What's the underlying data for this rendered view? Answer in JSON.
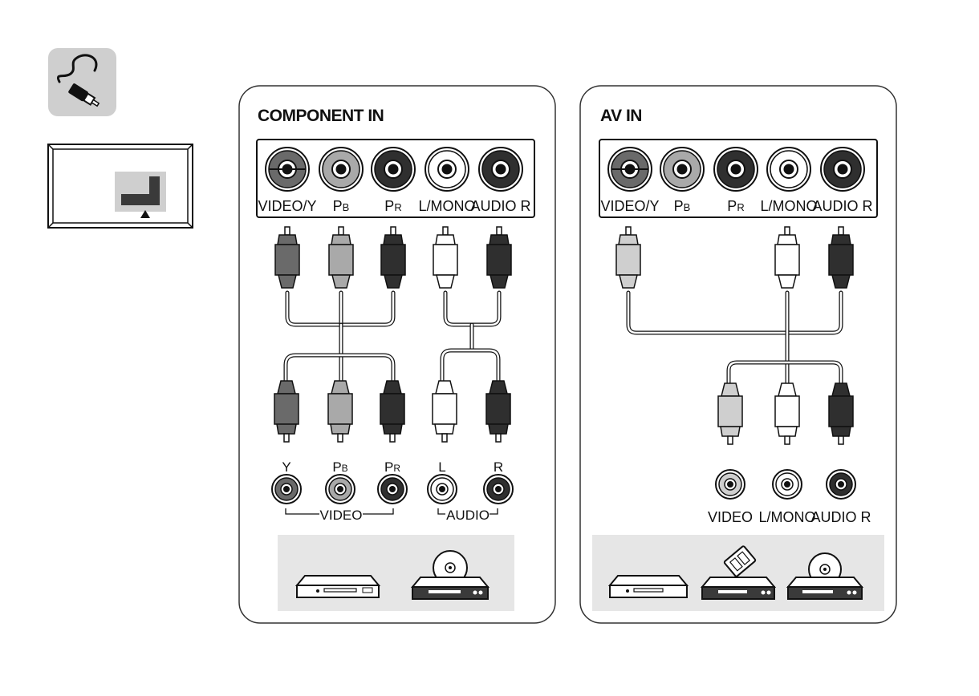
{
  "colors": {
    "gray_dark": "#2f2f2f",
    "gray_mid": "#6a6a6a",
    "gray_light": "#a9a9a9",
    "gray_pale": "#cfcfcf",
    "white": "#ffffff",
    "panel_bg": "#e6e6e6",
    "stroke": "#111111"
  },
  "icons": {
    "cable": "cable-icon",
    "tv_back": "tv-back-icon"
  },
  "component_in": {
    "title": "COMPONENT IN",
    "tv_ports": [
      {
        "label": "VIDEO/Y",
        "color": "#6a6a6a",
        "style": "video"
      },
      {
        "label": "P",
        "sub": "B",
        "color": "#a9a9a9",
        "style": "jack"
      },
      {
        "label": "P",
        "sub": "R",
        "color": "#2f2f2f",
        "style": "jack"
      },
      {
        "label": "L/MONO",
        "color": "#ffffff",
        "style": "jack"
      },
      {
        "label": "AUDIO R",
        "color": "#2f2f2f",
        "style": "jack"
      }
    ],
    "device_ports": [
      {
        "label": "Y",
        "sub": "",
        "color": "#6a6a6a"
      },
      {
        "label": "P",
        "sub": "B",
        "color": "#a9a9a9"
      },
      {
        "label": "P",
        "sub": "R",
        "color": "#2f2f2f"
      },
      {
        "label": "L",
        "sub": "",
        "color": "#ffffff"
      },
      {
        "label": "R",
        "sub": "",
        "color": "#2f2f2f"
      }
    ],
    "group_video": "VIDEO",
    "group_audio": "AUDIO"
  },
  "av_in": {
    "title": "AV IN",
    "tv_ports": [
      {
        "label": "VIDEO/Y",
        "color": "#6a6a6a",
        "style": "video"
      },
      {
        "label": "P",
        "sub": "B",
        "color": "#a9a9a9",
        "style": "jack"
      },
      {
        "label": "P",
        "sub": "R",
        "color": "#2f2f2f",
        "style": "jack"
      },
      {
        "label": "L/MONO",
        "color": "#ffffff",
        "style": "jack"
      },
      {
        "label": "AUDIO R",
        "color": "#2f2f2f",
        "style": "jack"
      }
    ],
    "device_ports": [
      {
        "label": "VIDEO",
        "color": "#cfcfcf"
      },
      {
        "label": "L/MONO",
        "color": "#ffffff"
      },
      {
        "label": "AUDIO R",
        "color": "#2f2f2f"
      }
    ]
  }
}
